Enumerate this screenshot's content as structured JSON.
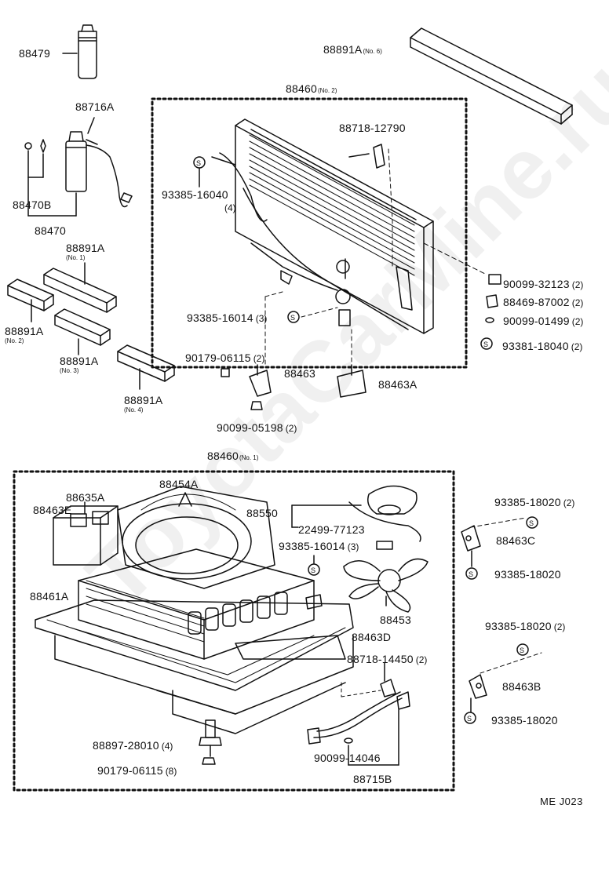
{
  "watermark": "ToyotaCarMine.ru",
  "diagram_code": "ME J023",
  "groups": {
    "condenser_assy": {
      "part": "88460",
      "note": "(No. 2)"
    },
    "radiator_assy": {
      "part": "88460",
      "note": "(No. 1)"
    }
  },
  "labels": [
    {
      "id": "l-88479",
      "part": "88479"
    },
    {
      "id": "l-88891a-6",
      "part": "88891A",
      "note": "(No. 6)"
    },
    {
      "id": "l-88716a",
      "part": "88716A"
    },
    {
      "id": "l-88718-12790",
      "part": "88718-12790"
    },
    {
      "id": "l-93385-16040",
      "part": "93385-16040",
      "qty": "(4)"
    },
    {
      "id": "l-88470b",
      "part": "88470B"
    },
    {
      "id": "l-88470",
      "part": "88470"
    },
    {
      "id": "l-88891a-1",
      "part": "88891A",
      "note": "(No. 1)"
    },
    {
      "id": "l-90099-32123",
      "part": "90099-32123",
      "qty": "(2)"
    },
    {
      "id": "l-88469-87002",
      "part": "88469-87002",
      "qty": "(2)"
    },
    {
      "id": "l-90099-01499",
      "part": "90099-01499",
      "qty": "(2)"
    },
    {
      "id": "l-93385-16014-top",
      "part": "93385-16014",
      "qty": "(3)"
    },
    {
      "id": "l-93381-18040",
      "part": "93381-18040",
      "qty": "(2)"
    },
    {
      "id": "l-88891a-2",
      "part": "88891A",
      "note": "(No. 2)"
    },
    {
      "id": "l-88891a-3",
      "part": "88891A",
      "note": "(No. 3)"
    },
    {
      "id": "l-90179-06115-top",
      "part": "90179-06115",
      "qty": "(2)"
    },
    {
      "id": "l-88463",
      "part": "88463"
    },
    {
      "id": "l-88463a",
      "part": "88463A"
    },
    {
      "id": "l-88891a-4",
      "part": "88891A",
      "note": "(No. 4)"
    },
    {
      "id": "l-90099-05198",
      "part": "90099-05198",
      "qty": "(2)"
    },
    {
      "id": "l-88454a",
      "part": "88454A"
    },
    {
      "id": "l-88635a",
      "part": "88635A"
    },
    {
      "id": "l-88463e",
      "part": "88463E"
    },
    {
      "id": "l-88550",
      "part": "88550"
    },
    {
      "id": "l-22499-77123",
      "part": "22499-77123"
    },
    {
      "id": "l-93385-18020-a",
      "part": "93385-18020",
      "qty": "(2)"
    },
    {
      "id": "l-88463c",
      "part": "88463C"
    },
    {
      "id": "l-93385-16014-mid",
      "part": "93385-16014",
      "qty": "(3)"
    },
    {
      "id": "l-93385-18020-b",
      "part": "93385-18020"
    },
    {
      "id": "l-88461a",
      "part": "88461A"
    },
    {
      "id": "l-88453",
      "part": "88453"
    },
    {
      "id": "l-93385-18020-c",
      "part": "93385-18020",
      "qty": "(2)"
    },
    {
      "id": "l-88463d",
      "part": "88463D"
    },
    {
      "id": "l-88718-14450",
      "part": "88718-14450",
      "qty": "(2)"
    },
    {
      "id": "l-88463b",
      "part": "88463B"
    },
    {
      "id": "l-93385-18020-d",
      "part": "93385-18020"
    },
    {
      "id": "l-88897-28010",
      "part": "88897-28010",
      "qty": "(4)"
    },
    {
      "id": "l-90099-14046",
      "part": "90099-14046"
    },
    {
      "id": "l-90179-06115-bot",
      "part": "90179-06115",
      "qty": "(8)"
    },
    {
      "id": "l-88715b",
      "part": "88715B"
    }
  ]
}
